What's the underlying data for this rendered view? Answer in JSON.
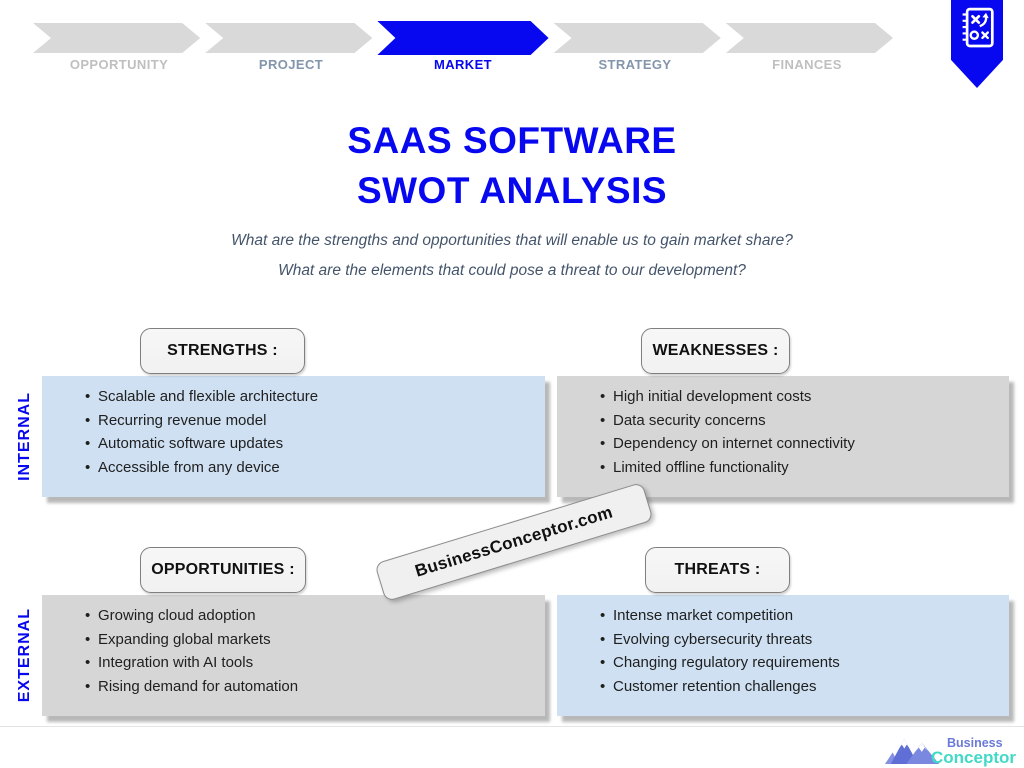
{
  "nav": {
    "items": [
      {
        "label": "OPPORTUNITY",
        "state": "far"
      },
      {
        "label": "PROJECT",
        "state": "near"
      },
      {
        "label": "MARKET",
        "state": "active"
      },
      {
        "label": "STRATEGY",
        "state": "near"
      },
      {
        "label": "FINANCES",
        "state": "far"
      }
    ]
  },
  "pennant": {
    "icon": "tactics-board-icon"
  },
  "title": {
    "line1": "SAAS SOFTWARE",
    "line2": "SWOT ANALYSIS"
  },
  "subtitle": {
    "line1": "What are the strengths and opportunities that will enable us to gain market share?",
    "line2": "What are the elements that could pose a threat to our development?"
  },
  "axis_labels": {
    "internal": "INTERNAL",
    "external": "EXTERNAL"
  },
  "quadrants": {
    "strengths": {
      "header": "STRENGTHS :",
      "items": [
        "Scalable and flexible architecture",
        "Recurring revenue model",
        "Automatic software updates",
        "Accessible from any device"
      ]
    },
    "weaknesses": {
      "header": "WEAKNESSES :",
      "items": [
        "High initial development costs",
        "Data security concerns",
        "Dependency on internet connectivity",
        "Limited offline functionality"
      ]
    },
    "opportunities": {
      "header": "OPPORTUNITIES :",
      "items": [
        "Growing cloud adoption",
        "Expanding global markets",
        "Integration with AI tools",
        "Rising demand for automation"
      ]
    },
    "threats": {
      "header": "THREATS :",
      "items": [
        "Intense market competition",
        "Evolving cybersecurity threats",
        "Changing regulatory requirements",
        "Customer retention challenges"
      ]
    }
  },
  "watermark": {
    "text": "BusinessConceptor.com"
  },
  "logo": {
    "line1": "Business",
    "line2": "Conceptor"
  },
  "colors": {
    "accent": "#0707f0",
    "chevron-gray": "#d9d9d9",
    "label-far": "#bfbfbf",
    "label-near": "#8295ab",
    "slate": "#44546a",
    "panel-blue": "#cee0f2",
    "panel-gray": "#d6d6d6",
    "header-fill": "#f1f1f1",
    "header-border": "#7f7f7f",
    "bullet-text": "#1f1f1f",
    "watermark-fill": "#f0f0f0",
    "logo-purple": "#6b79d9",
    "logo-teal": "#41d9c7"
  }
}
